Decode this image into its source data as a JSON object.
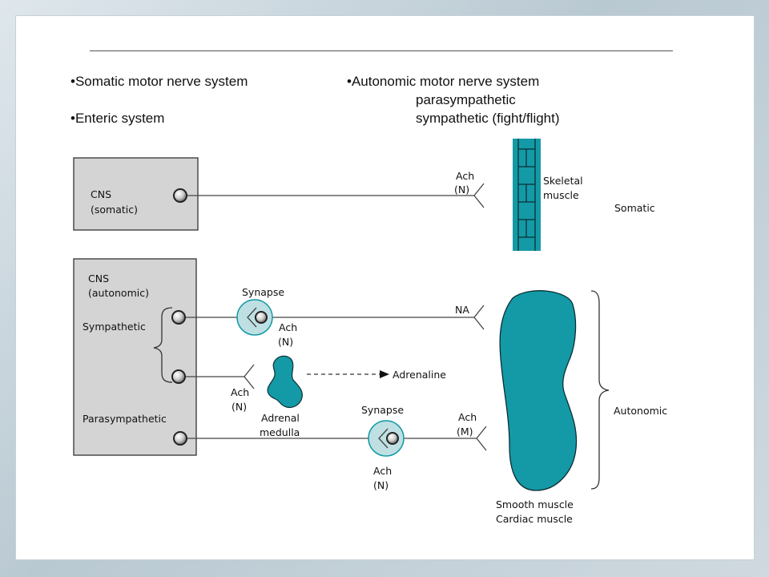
{
  "bullets": {
    "somatic": "•Somatic motor nerve system",
    "enteric": "•Enteric system",
    "autonomic": "•Autonomic motor nerve system",
    "parasympathetic": "parasympathetic",
    "sympathetic": "sympathetic (fight/flight)"
  },
  "somatic_box": {
    "line1": "CNS",
    "line2": "(somatic)"
  },
  "somatic_path": {
    "ach": "Ach",
    "n": "(N)",
    "muscle1": "Skeletal",
    "muscle2": "muscle",
    "group": "Somatic"
  },
  "autonomic_box": {
    "line1": "CNS",
    "line2": "(autonomic)",
    "sympathetic": "Sympathetic",
    "parasympathetic": "Parasympathetic"
  },
  "sympathetic_path": {
    "synapse": "Synapse",
    "ach": "Ach",
    "n": "(N)",
    "na": "NA"
  },
  "adrenal_path": {
    "ach": "Ach",
    "n": "(N)",
    "medulla1": "Adrenal",
    "medulla2": "medulla",
    "adrenaline": "Adrenaline"
  },
  "parasympathetic_path": {
    "synapse": "Synapse",
    "ach": "Ach",
    "n": "(N)",
    "ach_m": "Ach",
    "m": "(M)"
  },
  "targets": {
    "smooth": "Smooth muscle",
    "cardiac": "Cardiac muscle",
    "group": "Autonomic"
  },
  "colors": {
    "teal": "#139aa6",
    "box": "#d4d4d4"
  }
}
